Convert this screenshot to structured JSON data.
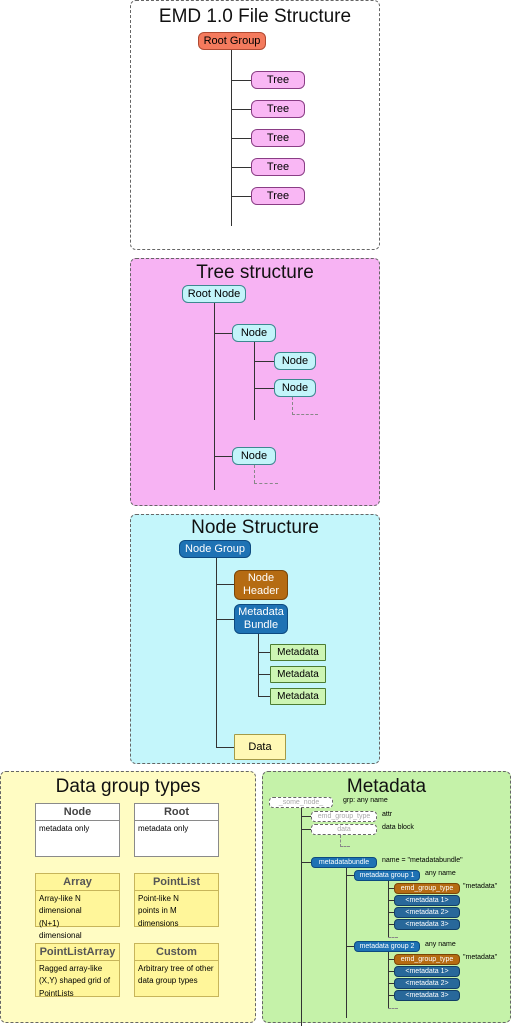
{
  "emd_panel": {
    "title": "EMD 1.0 File Structure",
    "root": "Root Group",
    "trees": [
      "Tree",
      "Tree",
      "Tree",
      "Tree",
      "Tree"
    ]
  },
  "tree_panel": {
    "title": "Tree structure",
    "root": "Root Node",
    "node": "Node",
    "child": "Node"
  },
  "node_panel": {
    "title": "Node Structure",
    "group": "Node Group",
    "header": "Node Header",
    "bundle": "Metadata Bundle",
    "metadata": [
      "Metadata",
      "Metadata",
      "Metadata"
    ],
    "data": "Data"
  },
  "types_panel": {
    "title": "Data group types",
    "cards": [
      {
        "name": "Node",
        "desc": "metadata only"
      },
      {
        "name": "Root",
        "desc": "metadata only"
      },
      {
        "name": "Array",
        "desc": "Array-like N dimensional (N+1) dimensional"
      },
      {
        "name": "PointList",
        "desc": "Point-like N points in M dimensions"
      },
      {
        "name": "PointListArray",
        "desc": "Ragged array-like (X,Y) shaped grid of PointLists"
      },
      {
        "name": "Custom",
        "desc": "Arbitrary tree of other data group types"
      }
    ]
  },
  "meta_panel": {
    "title": "Metadata",
    "some_node": "_some_node_",
    "some_node_note": "grp: any name",
    "emd_group_type": "emd_group_type",
    "attr_note": "attr",
    "data_label": "data",
    "data_note": "data block",
    "bundle": "metadatabundle",
    "bundle_note": "name = \"metadatabundle\"",
    "groups": [
      {
        "name": "metadata group 1",
        "note": "any name",
        "type_label": "emd_group_type",
        "type_value": "\"metadata\"",
        "items": [
          "<metadata 1>",
          "<metadata 2>",
          "<metadata 3>"
        ]
      },
      {
        "name": "metadata group 2",
        "note": "any name",
        "type_label": "emd_group_type",
        "type_value": "\"metadata\"",
        "items": [
          "<metadata 1>",
          "<metadata 2>",
          "<metadata 3>"
        ]
      }
    ]
  },
  "colors": {
    "emd_root": "#f47a5d",
    "tree_pink": "#f9b7f4",
    "tree_panel_bg": "#f7b3f3",
    "node_panel_bg": "#c4f6fb",
    "node_group_blue": "#1e72b4",
    "header_brown": "#b56b12",
    "metadata_green": "#cdf5b4",
    "data_yellow": "#fff8b5",
    "types_panel_bg": "#fffcc3",
    "meta_panel_bg": "#c5f2a9"
  }
}
